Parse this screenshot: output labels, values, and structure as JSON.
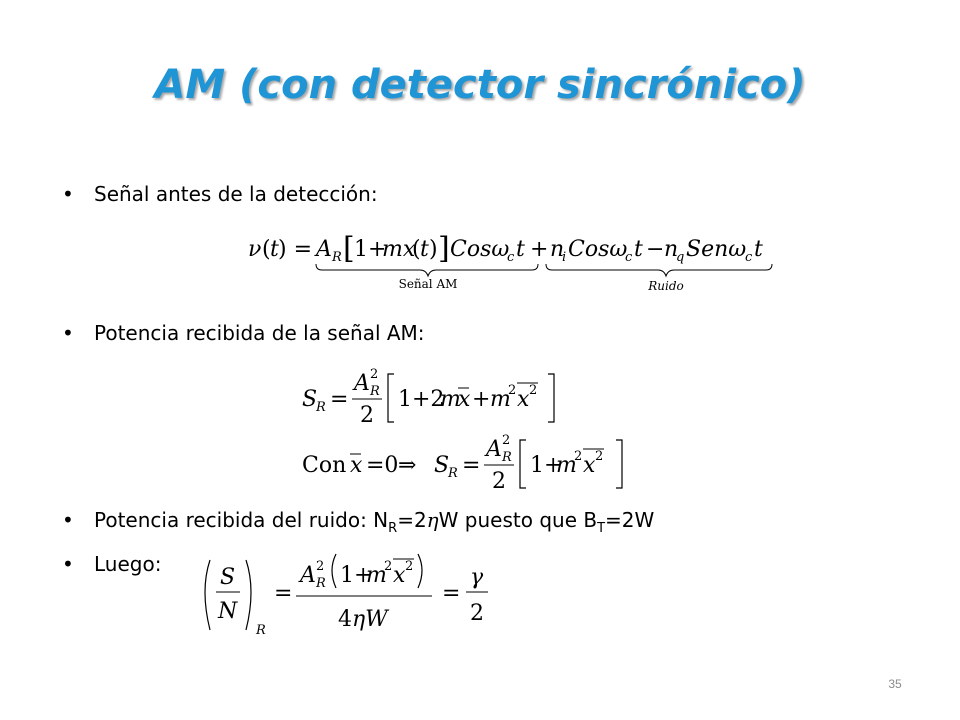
{
  "title": "AM (con detector sincrónico)",
  "bullets": {
    "b1": "Señal antes de la detección:",
    "b2": "Potencia recibida de la señal AM:",
    "b3_pre": "Potencia recibida del ruido:  N",
    "b3_sub1": "R",
    "b3_mid": "=2",
    "b3_eta": "η",
    "b3_mid2": "W puesto que B",
    "b3_sub2": "T",
    "b3_end": "=2W",
    "b4": "Luego:"
  },
  "equations": {
    "eq1_label_am": "Señal AM",
    "eq1_label_ruido": "Ruido",
    "eq3_con": "Con"
  },
  "page_number": "35",
  "colors": {
    "title": "#1f95d6",
    "page_number": "#8a8a8a"
  }
}
